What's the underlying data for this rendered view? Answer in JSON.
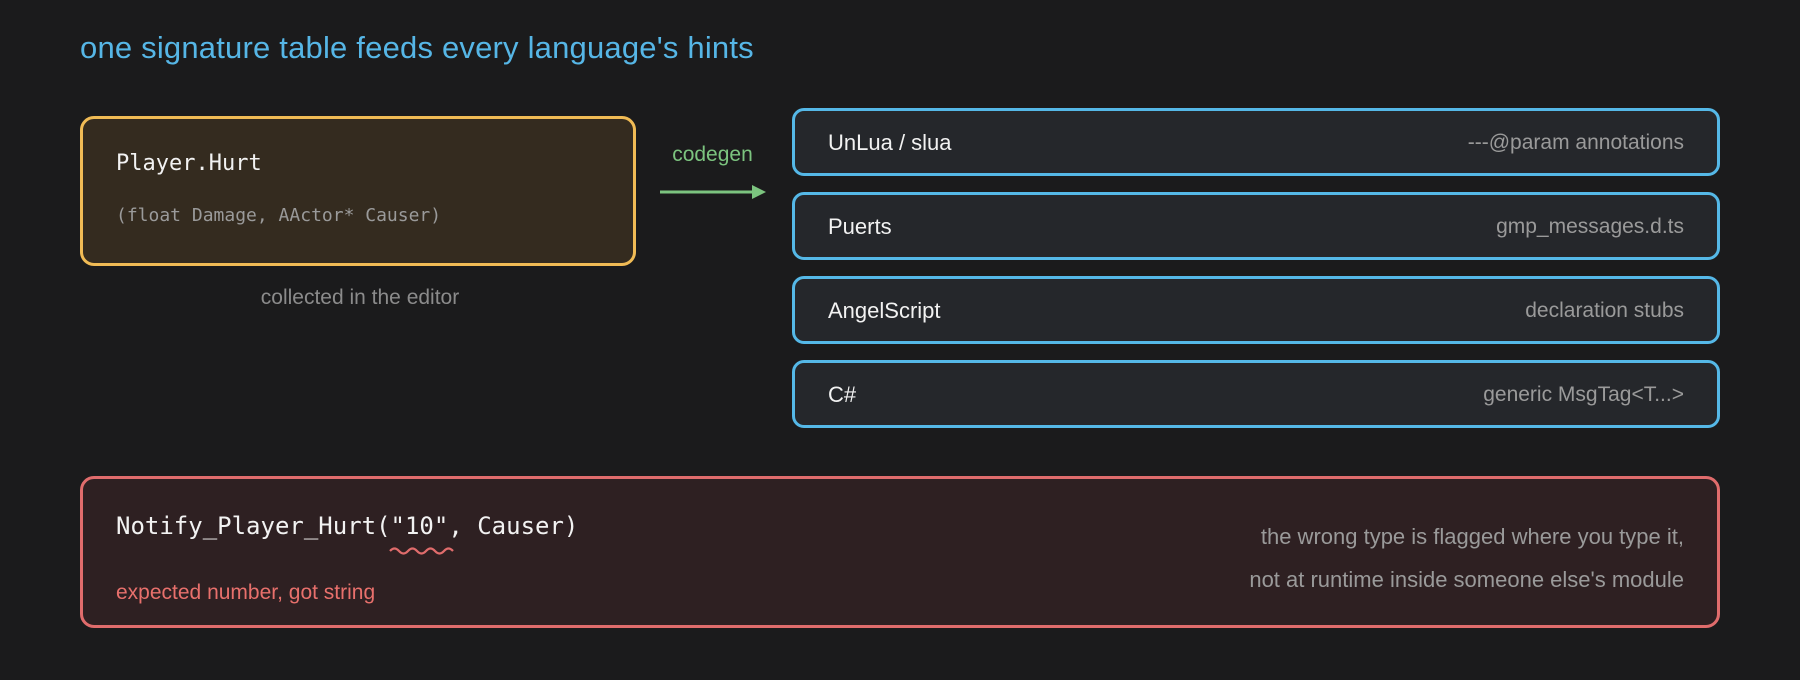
{
  "title": "one signature table feeds every language's hints",
  "source": {
    "name": "Player.Hurt",
    "params": "(float Damage, AActor* Causer)",
    "caption": "collected in the editor"
  },
  "arrow_label": "codegen",
  "targets": [
    {
      "lang": "UnLua / slua",
      "output": "---@param annotations"
    },
    {
      "lang": "Puerts",
      "output": "gmp_messages.d.ts"
    },
    {
      "lang": "AngelScript",
      "output": "declaration stubs"
    },
    {
      "lang": "C#",
      "output": "generic MsgTag<T...>"
    }
  ],
  "error": {
    "call": "Notify_Player_Hurt(\"10\", Causer)",
    "message": "expected number, got string",
    "note_line1": "the wrong type is flagged where you type it,",
    "note_line2": "not at runtime inside someone else's module"
  },
  "colors": {
    "source_border": "#f0bb55",
    "target_border": "#55b8e7",
    "error_border": "#e06c6c",
    "arrow": "#7cc47f",
    "title": "#56b6e6"
  }
}
